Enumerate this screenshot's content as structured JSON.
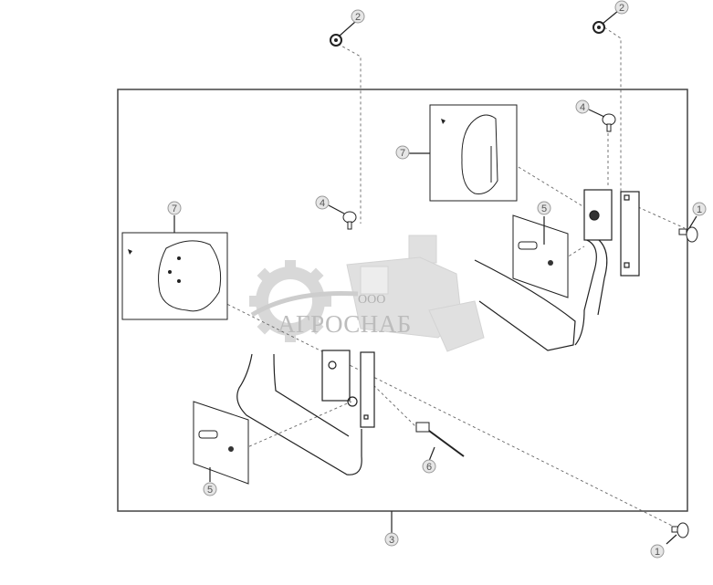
{
  "diagram": {
    "type": "exploded parts diagram",
    "colors": {
      "line": "#222222",
      "frame": "#444444",
      "dashed": "#666666",
      "callout_fill": "#e6e6e6",
      "callout_stroke": "#999999",
      "watermark": "#cfcfcf"
    },
    "callouts": [
      {
        "id": "c2a",
        "label": "2",
        "part": "nut"
      },
      {
        "id": "c2b",
        "label": "2",
        "part": "nut"
      },
      {
        "id": "c4a",
        "label": "4",
        "part": "plug"
      },
      {
        "id": "c4b",
        "label": "4",
        "part": "plug"
      },
      {
        "id": "c7a",
        "label": "7",
        "part": "handle-cover"
      },
      {
        "id": "c7b",
        "label": "7",
        "part": "handle-cover"
      },
      {
        "id": "c5a",
        "label": "5",
        "part": "bolt-kit"
      },
      {
        "id": "c5b",
        "label": "5",
        "part": "bolt-kit"
      },
      {
        "id": "c1a",
        "label": "1",
        "part": "rivet"
      },
      {
        "id": "c1b",
        "label": "1",
        "part": "rivet"
      },
      {
        "id": "c6",
        "label": "6",
        "part": "connector-wire"
      },
      {
        "id": "c3",
        "label": "3",
        "part": "handle-assembly"
      }
    ]
  },
  "watermark": {
    "prefix": "ООО",
    "name": "АГРОСНАБ"
  }
}
